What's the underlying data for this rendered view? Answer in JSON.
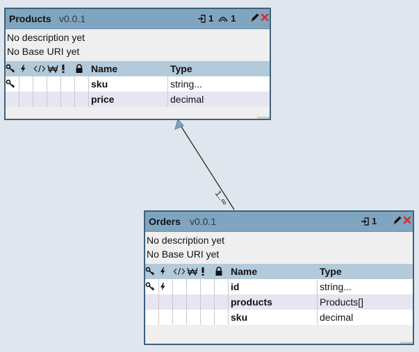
{
  "entities": {
    "products": {
      "title": "Products",
      "version": "v0.0.1",
      "stat_import": "1",
      "stat_link": "1",
      "description": "No description yet",
      "base_uri": "No Base URI yet",
      "headers": {
        "name": "Name",
        "type": "Type"
      },
      "fields": [
        {
          "name": "sku",
          "type": "string...",
          "key": true,
          "required_flag": false
        },
        {
          "name": "price",
          "type": "decimal",
          "key": false,
          "required_flag": false
        }
      ]
    },
    "orders": {
      "title": "Orders",
      "version": "v0.0.1",
      "stat_import": "1",
      "description": "No description yet",
      "base_uri": "No Base URI yet",
      "headers": {
        "name": "Name",
        "type": "Type"
      },
      "fields": [
        {
          "name": "id",
          "type": "string...",
          "key": true,
          "required_flag": true
        },
        {
          "name": "products",
          "type": "Products[]",
          "key": false,
          "required_flag": false
        },
        {
          "name": "sku",
          "type": "decimal",
          "key": false,
          "required_flag": false
        }
      ]
    }
  },
  "relation": {
    "multiplicity": "1..∞",
    "from": "Orders",
    "to": "Products"
  },
  "icons": {
    "header_cols": [
      "key-icon",
      "bolt-icon",
      "code-icon",
      "won-icon",
      "exclamation-icon",
      "lock-icon"
    ],
    "stats": [
      "import-icon",
      "link-arc-icon"
    ],
    "actions": [
      "pencil-icon",
      "close-icon"
    ]
  },
  "colors": {
    "header": "#7fa5c0",
    "subheader": "#b3cada",
    "border": "#3f5f7a",
    "close": "#d22f2f",
    "canvas": "#dfe6ee"
  }
}
